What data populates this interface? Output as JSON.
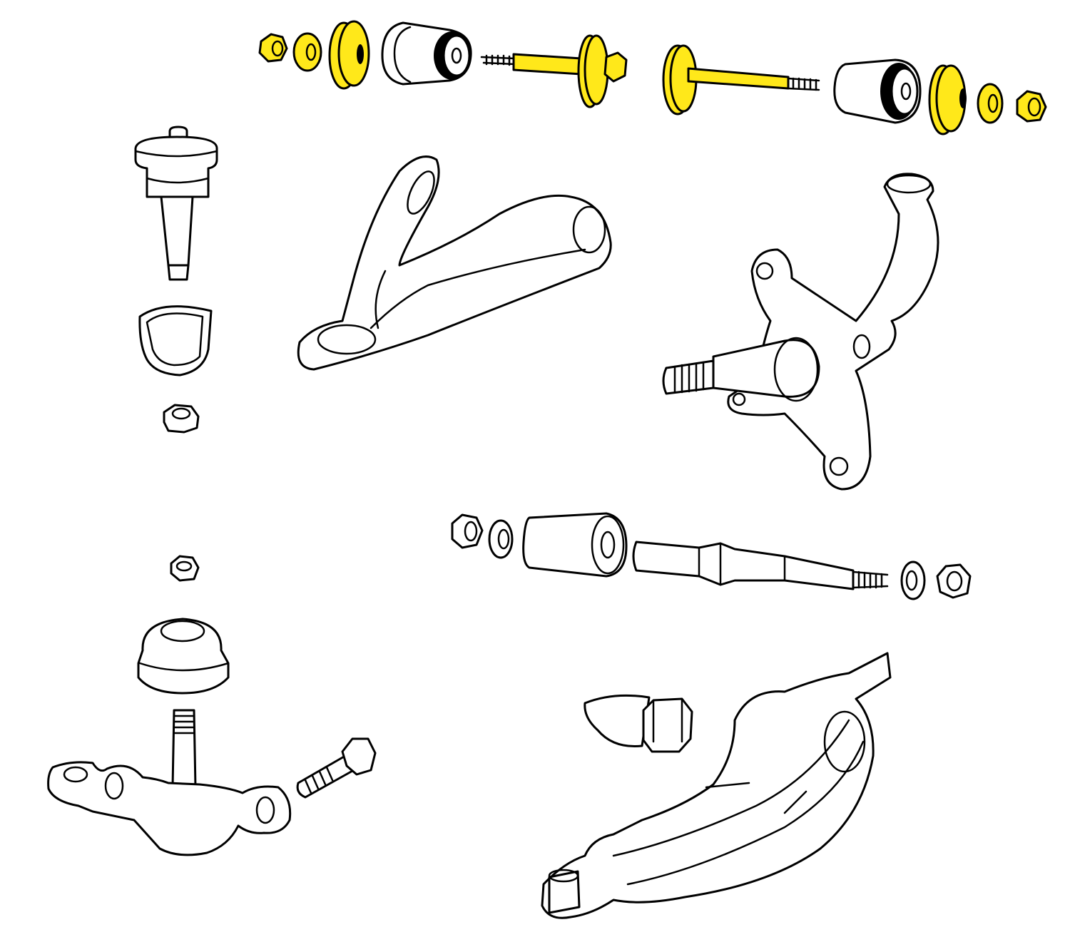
{
  "diagram": {
    "colors": {
      "highlight": "#FFE81A",
      "line": "#000000",
      "background": "#FFFFFF"
    },
    "highlighted_parts": [
      "upper-arm-nut",
      "upper-arm-washer",
      "upper-arm-bushing-retainer",
      "upper-arm-pivot-bolt"
    ]
  }
}
